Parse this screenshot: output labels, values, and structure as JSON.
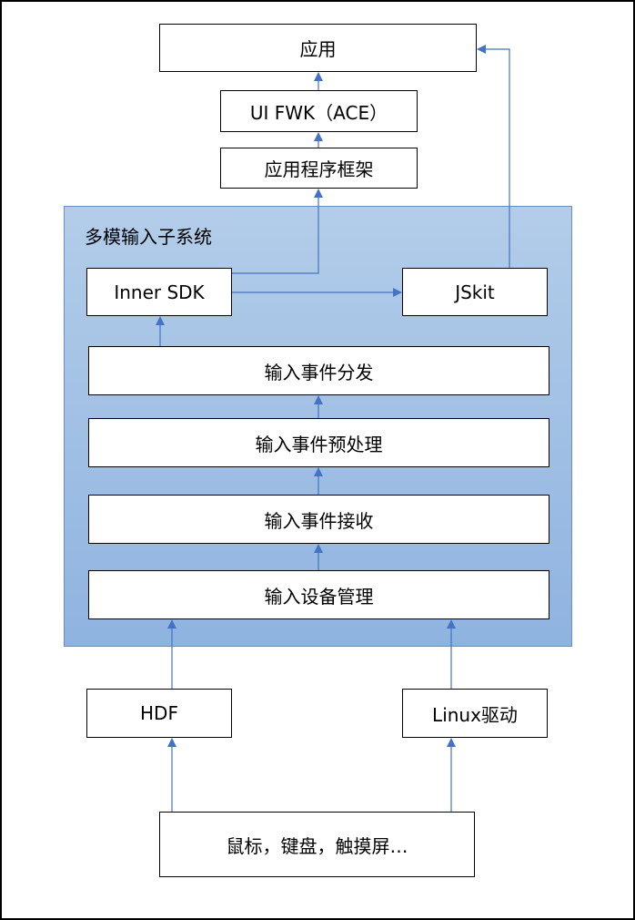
{
  "diagram": {
    "subsystem_title": "多模输入子系统",
    "nodes": {
      "app": "应用",
      "ui_fwk": "UI FWK（ACE）",
      "app_framework": "应用程序框架",
      "inner_sdk": "Inner SDK",
      "jskit": "JSkit",
      "event_dispatch": "输入事件分发",
      "event_preprocess": "输入事件预处理",
      "event_receive": "输入事件接收",
      "device_manage": "输入设备管理",
      "hdf": "HDF",
      "linux_driver": "Linux驱动",
      "devices": "鼠标，键盘，触摸屏…"
    },
    "colors": {
      "arrow": "#4472c4",
      "subsystem_fill": "#a7c4e7",
      "subsystem_border": "#6c8ebf",
      "box_border": "#000000"
    }
  }
}
